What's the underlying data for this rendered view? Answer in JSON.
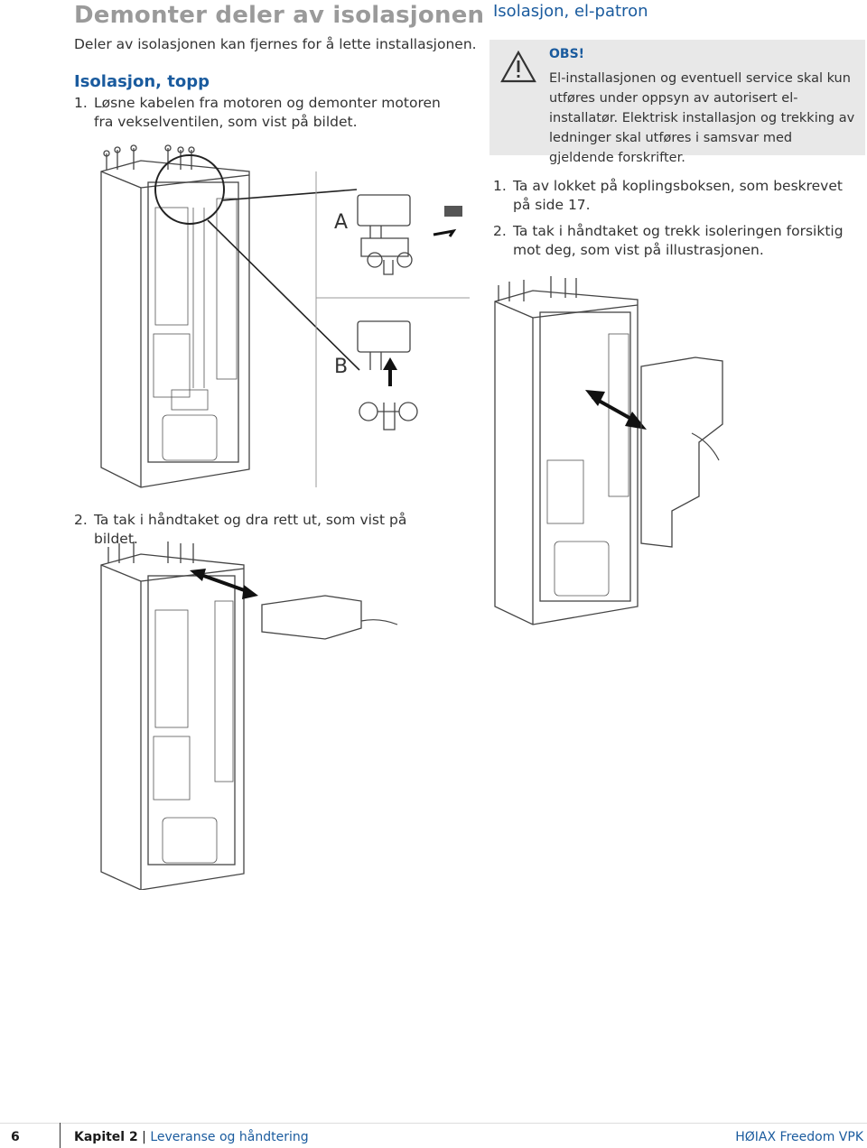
{
  "page_title": "Demonter deler av isolasjonen",
  "intro": "Deler av isolasjonen kan fjernes for å lette installasjonen.",
  "left": {
    "section_title": "Isolasjon, topp",
    "step1_num": "1.",
    "step1_text": "Løsne kabelen fra motoren og demonter motoren fra vekselventilen, som vist på bildet.",
    "label_a": "A",
    "label_b": "B",
    "step2_num": "2.",
    "step2_text": "Ta tak i håndtaket og dra rett ut, som vist på bildet."
  },
  "right": {
    "section_title": "Isolasjon, el-patron",
    "warning": {
      "title": "OBS!",
      "body": "El-installasjonen og eventuell service skal kun utføres under oppsyn av autorisert el-installatør. Elektrisk installasjon og trekking av ledninger skal utføres i samsvar med gjeldende forskrifter."
    },
    "steps": [
      {
        "num": "1.",
        "text": "Ta av lokket på koplingsboksen, som beskrevet på side 17."
      },
      {
        "num": "2.",
        "text": "Ta tak i håndtaket og trekk isoleringen forsiktig mot deg, som vist på illustrasjonen."
      }
    ]
  },
  "footer": {
    "page_number": "6",
    "chapter": "Kapitel 2",
    "separator": "|",
    "chapter_title": "Leveranse og håndtering",
    "product": "HØIAX Freedom VPK"
  }
}
